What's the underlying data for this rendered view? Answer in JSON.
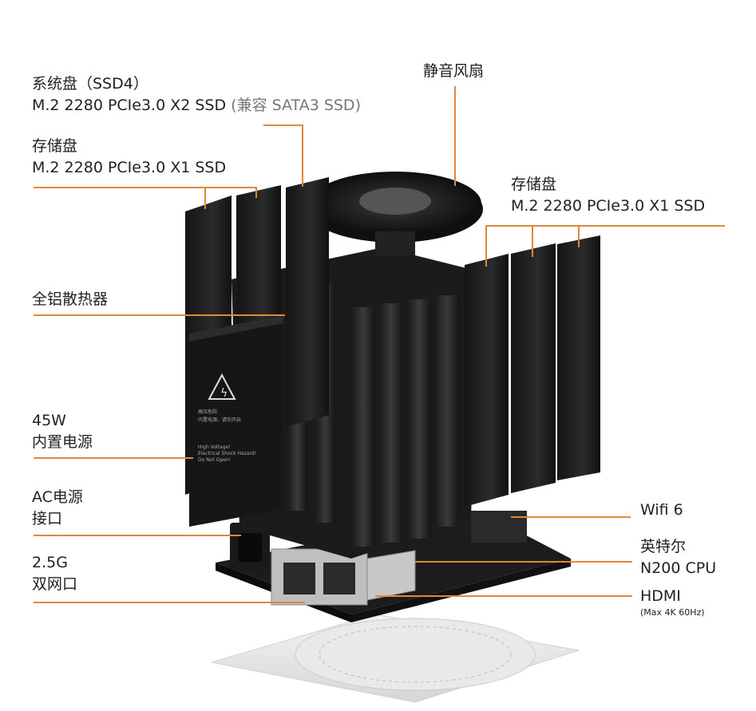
{
  "accent": "#e0893a",
  "labels": {
    "system_disk_title": "系统盘（SSD4）",
    "system_disk_spec": "M.2 2280 PCIe3.0 X2 SSD",
    "system_disk_compat": "(兼容 SATA3 SSD)",
    "storage_left_title": "存储盘",
    "storage_left_spec": "M.2 2280 PCIe3.0 X1 SSD",
    "fan": "静音风扇",
    "storage_right_title": "存储盘",
    "storage_right_spec": "M.2 2280 PCIe3.0 X1 SSD",
    "heatsink": "全铝散热器",
    "psu_title": "45W",
    "psu_sub": "内置电源",
    "ac_title": "AC电源",
    "ac_sub": "接口",
    "lan_title": "2.5G",
    "lan_sub": "双网口",
    "wifi": "Wifi 6",
    "cpu_brand": "英特尔",
    "cpu_model": "N200 CPU",
    "hdmi": "HDMI",
    "hdmi_note": "(Max 4K 60Hz)"
  },
  "psu_label": {
    "cn1": "高压危险",
    "cn2": "内置电源，请勿开启",
    "en1": "High Voltage!",
    "en2": "Electrical Shock Hazard!",
    "en3": "Do Not Open!"
  }
}
